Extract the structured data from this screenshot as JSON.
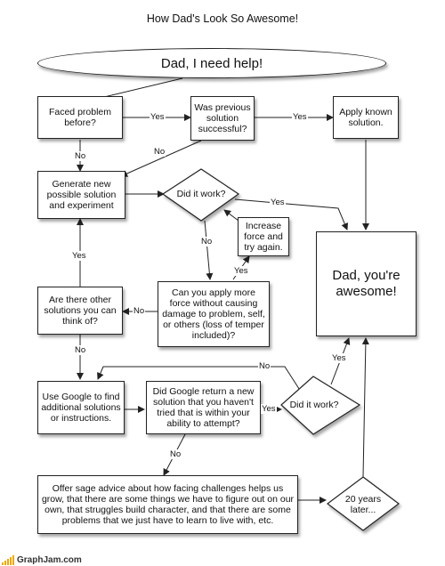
{
  "title": "How Dad's Look So Awesome!",
  "nodes": {
    "start": "Dad, I need help!",
    "faced_problem": "Faced problem before?",
    "previous_solution": "Was previous solution successful?",
    "apply_known": "Apply known solution.",
    "generate_new": "Generate new possible solution and experiment",
    "did_it_work_1": "Did it work?",
    "increase_force": "Increase force and try again.",
    "dad_awesome": "Dad, you're awesome!",
    "other_solutions": "Are there other solutions you can think of?",
    "more_force": "Can you apply more force without causing damage to problem, self, or others (loss of temper included)?",
    "use_google": "Use Google to find additional solutions or instructions.",
    "google_return": "Did Google return a new solution that you haven't tried that is within your ability to attempt?",
    "did_it_work_2": "Did it work?",
    "sage_advice": "Offer sage advice about how facing challenges helps us grow, that there are some things we have to figure out on our own, that struggles build character, and that there are some problems that we just have to learn to live with, etc.",
    "twenty_years": "20 years later..."
  },
  "edge_labels": {
    "faced_yes": "Yes",
    "faced_no": "No",
    "previous_yes": "Yes",
    "previous_no": "No",
    "work1_yes": "Yes",
    "work1_no": "No",
    "force_yes": "Yes",
    "force_no": "No",
    "other_yes": "Yes",
    "other_no": "No",
    "google_yes": "Yes",
    "google_no": "No",
    "work2_yes": "Yes",
    "work2_no": "No"
  },
  "footer": {
    "site": "GraphJam.com",
    "accent": "#f0a800"
  }
}
